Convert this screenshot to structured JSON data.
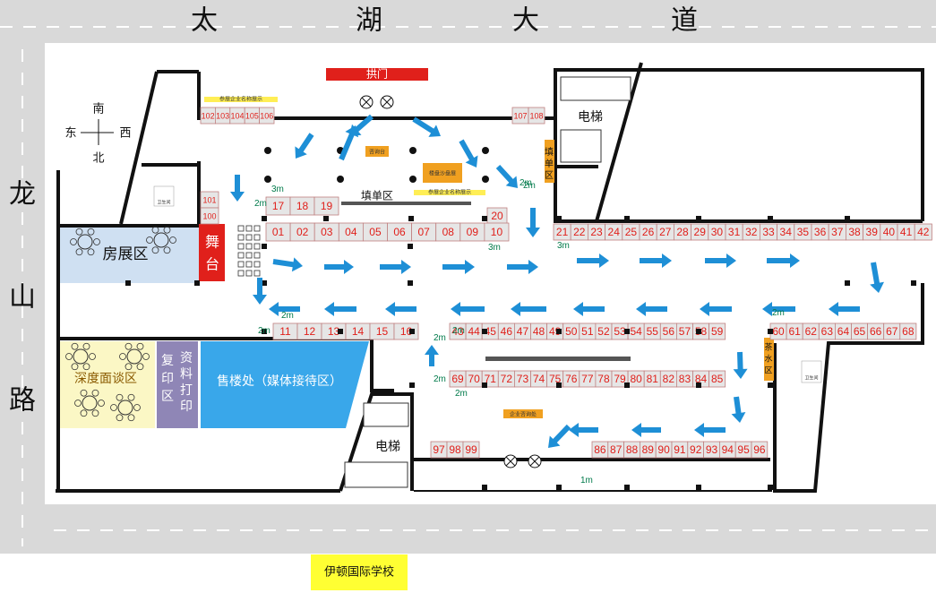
{
  "roads": {
    "top": [
      "太",
      "湖",
      "大",
      "道"
    ],
    "left": [
      "龙",
      "山",
      "路"
    ]
  },
  "school": "伊顿国际学校",
  "compass": {
    "up": "南",
    "down": "北",
    "left": "东",
    "right": "西"
  },
  "labels": {
    "arch": "拱门",
    "stage": [
      "舞",
      "台"
    ],
    "elevator_top": "电梯",
    "elevator_bottom": "电梯",
    "house_zone": "房展区",
    "negotiation_zone": "深度面谈区",
    "copy_zone": [
      "复",
      "印",
      "区"
    ],
    "print_zone": [
      "资",
      "料",
      "打",
      "印"
    ],
    "sales_zone": "售楼处（媒体接待区）",
    "form_zone_center": "填单区",
    "form_zone_side": [
      "填",
      "单",
      "区"
    ],
    "tea_zone": [
      "茶",
      "水",
      "区"
    ],
    "sand_table": "楼盘沙盘展",
    "enterprise_sign_1": "参展企业名称展示",
    "enterprise_sign_2": "参展企业名称展示",
    "enterprise_service": "企业咨询处",
    "info_desk": "咨询台",
    "toilet_left": "卫生间",
    "toilet_right": "卫生间"
  },
  "booths": {
    "top_left": [
      "102",
      "103",
      "104",
      "105",
      "106"
    ],
    "top_right": [
      "107",
      "108"
    ],
    "left_pair": [
      "101",
      "100"
    ],
    "row_17": [
      "17",
      "18",
      "19"
    ],
    "single_20": [
      "20"
    ],
    "row_01": [
      "01",
      "02",
      "03",
      "04",
      "05",
      "06",
      "07",
      "08",
      "09",
      "10"
    ],
    "row_21": [
      "21",
      "22",
      "23",
      "24",
      "25",
      "26",
      "27",
      "28",
      "29",
      "30",
      "31",
      "32",
      "33",
      "34",
      "35",
      "36",
      "37",
      "38",
      "39",
      "40",
      "41",
      "42"
    ],
    "row_11": [
      "11",
      "12",
      "13",
      "14",
      "15",
      "16"
    ],
    "row_43": [
      "43",
      "44",
      "45",
      "46",
      "47",
      "48",
      "49",
      "50",
      "51",
      "52",
      "53",
      "54",
      "55",
      "56",
      "57",
      "58",
      "59"
    ],
    "row_60": [
      "60",
      "61",
      "62",
      "63",
      "64",
      "65",
      "66",
      "67",
      "68"
    ],
    "row_69": [
      "69",
      "70",
      "71",
      "72",
      "73",
      "74",
      "75",
      "76",
      "77",
      "78",
      "79",
      "80",
      "81",
      "82",
      "83",
      "84",
      "85"
    ],
    "row_86": [
      "86",
      "87",
      "88",
      "89",
      "90",
      "91",
      "92",
      "93",
      "94",
      "95",
      "96"
    ],
    "row_97": [
      "97",
      "98",
      "99"
    ]
  },
  "measurements": [
    "3m",
    "2m",
    "2m",
    "3m",
    "2m",
    "3m",
    "2m",
    "2m",
    "2m",
    "2m",
    "2m",
    "2m",
    "2m",
    "1m"
  ],
  "colors": {
    "road": "#d9d9d9",
    "arrow": "#1e8fd6",
    "booth_text": "#e0201b",
    "stage": "#e0201b",
    "arch": "#e0201b",
    "house_zone": "#cfe0f2",
    "negotiation_zone": "#fbf7c5",
    "copy_zone": "#8f86b6",
    "sales_zone": "#39a7ea",
    "school_bg": "#ffff33",
    "tag_orange": "#f0a020"
  }
}
